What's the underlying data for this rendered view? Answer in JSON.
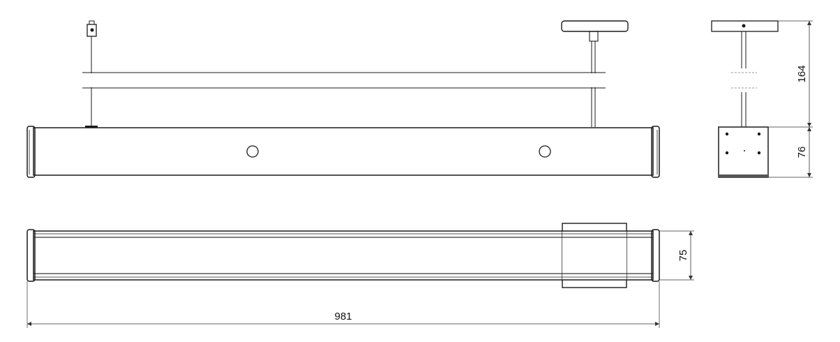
{
  "dimensions": {
    "length": "981",
    "width": "75",
    "suspension_height": "164",
    "body_height": "76"
  },
  "colors": {
    "line": "#1a1a1a",
    "dim_line": "#333333",
    "background": "#ffffff"
  }
}
